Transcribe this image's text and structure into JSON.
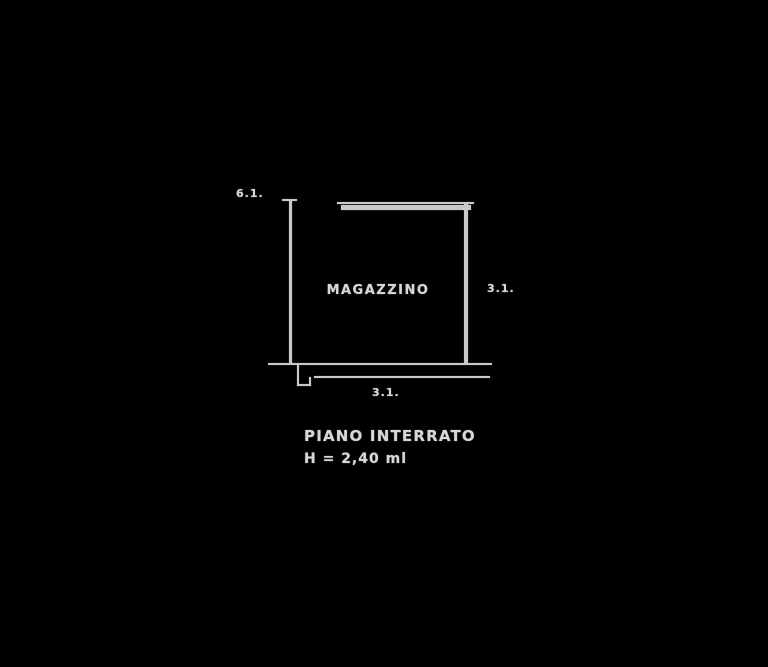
{
  "colors": {
    "background": "#000000",
    "line": "#c9c9c9",
    "text": "#d8d8d8"
  },
  "plan": {
    "room_label": "MAGAZZINO",
    "dimensions": {
      "top_left": "6.1.",
      "right": "3.1.",
      "bottom": "3.1."
    },
    "caption": {
      "title": "PIANO INTERRATO",
      "height": "H = 2,40 ml"
    }
  }
}
